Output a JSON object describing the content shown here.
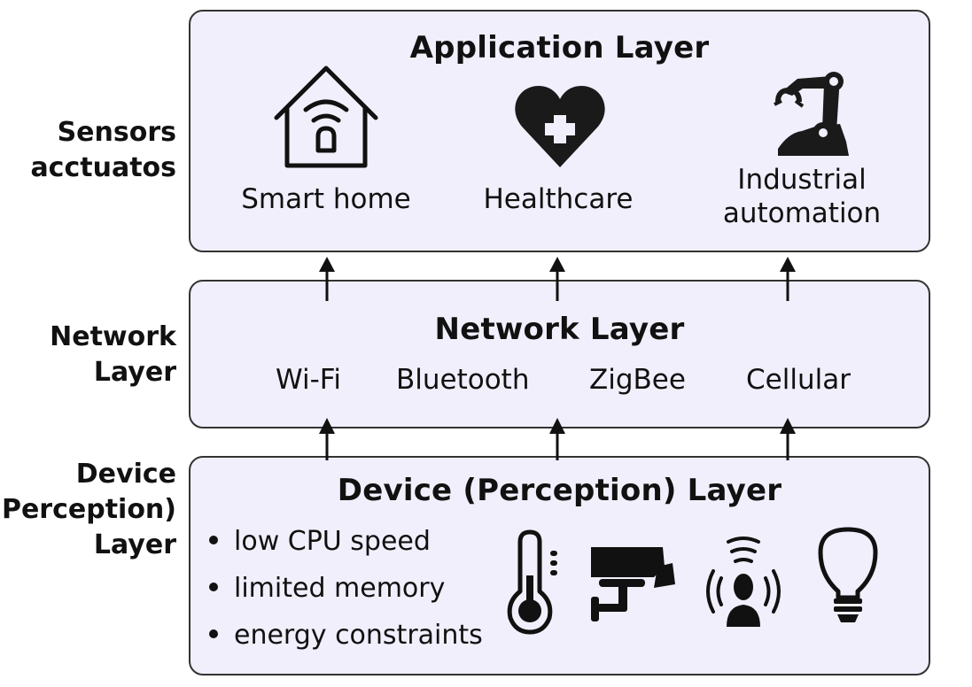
{
  "side_labels": {
    "sensors": [
      "Sensors",
      "acctuatos"
    ],
    "network": [
      "Network",
      "Layer"
    ],
    "device": [
      "Device",
      "(Perception)",
      "Layer"
    ]
  },
  "application_layer": {
    "title": "Application Layer",
    "items": [
      {
        "label": "Smart home",
        "icon": "smart-home-icon"
      },
      {
        "label": "Healthcare",
        "icon": "heart-plus-icon"
      },
      {
        "label_lines": [
          "Industrial",
          "automation"
        ],
        "icon": "robot-arm-icon"
      }
    ]
  },
  "network_layer": {
    "title": "Network Layer",
    "protocols": [
      "Wi-Fi",
      "Bluetooth",
      "ZigBee",
      "Cellular"
    ]
  },
  "device_layer": {
    "title": "Device (Perception) Layer",
    "constraints": [
      "low CPU speed",
      "limited memory",
      "energy constraints"
    ],
    "icons": [
      "thermometer-icon",
      "security-camera-icon",
      "person-signal-icon",
      "light-bulb-icon"
    ]
  },
  "colors": {
    "box_fill": "#f1effb",
    "box_border": "#333333",
    "ink": "#111111"
  }
}
